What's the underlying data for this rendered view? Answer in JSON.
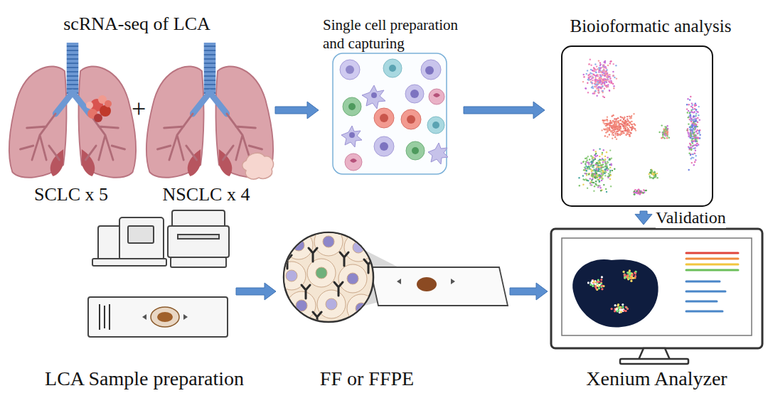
{
  "diagram": {
    "nodes": [
      {
        "text": [
          "scRNA-seq of LCA",
          "SCLC x 5",
          "NSCLC x 4"
        ]
      },
      {
        "text": [
          "Single cell preparation and capturing"
        ]
      },
      {
        "text": [
          "Bioioformatic analysis"
        ]
      },
      {
        "text": [
          "Xenium Analyzer"
        ]
      },
      {
        "text": [
          "FF or FFPE"
        ]
      },
      {
        "text": [
          "LCA Sample preparation"
        ]
      }
    ],
    "edges": [
      {
        "from": 0,
        "to": 1,
        "arrow": "to"
      },
      {
        "from": 1,
        "to": 2,
        "arrow": "to"
      },
      {
        "from": 2,
        "to": 3,
        "label": "Validation",
        "arrow": "to"
      },
      {
        "from": 5,
        "to": 4,
        "arrow": "to"
      },
      {
        "from": 4,
        "to": 3,
        "arrow": "to"
      }
    ],
    "labels": [
      "+"
    ]
  }
}
